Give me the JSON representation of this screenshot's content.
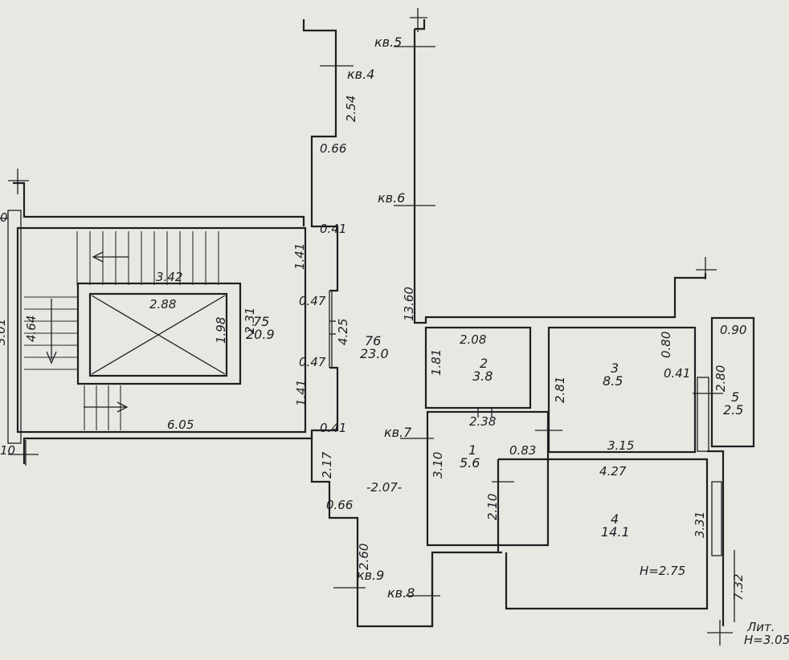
{
  "plan": {
    "apartments": {
      "kv5": "кв.5",
      "kv4": "кв.4",
      "kv6": "кв.6",
      "kv7": "кв.7",
      "kv8": "кв.8",
      "kv9": "кв.9"
    },
    "rooms": {
      "r75_num": "75",
      "r75_area": "20.9",
      "r76_num": "76",
      "r76_area": "23.0",
      "r2_num": "2",
      "r2_area": "3.8",
      "r3_num": "3",
      "r3_area": "8.5",
      "r1_num": "1",
      "r1_area": "5.6",
      "r4_num": "4",
      "r4_area": "14.1",
      "r5_num": "5",
      "r5_area": "2.5"
    },
    "dims": {
      "d254": "2.54",
      "d066a": "0.66",
      "d041a": "0.41",
      "d141a": "1.41",
      "d047a": "0.47",
      "d425": "4.25",
      "d047b": "0.47",
      "d141b": "1.41",
      "d041b": "0.41",
      "d217": "2.17",
      "d066b": "0.66",
      "d260": "2.60",
      "d1360": "13.60",
      "d207": "-2.07-",
      "d342": "3.42",
      "d288": "2.88",
      "d198": "1.98",
      "d231": "2.31",
      "d464": "4.64",
      "d605": "6.05",
      "d301": "3.01",
      "d10a": "0",
      "d10b": "10",
      "d208": "2.08",
      "d181": "1.81",
      "d238": "2.38",
      "d310": "3.10",
      "d083": "0.83",
      "d210": "2.10",
      "d281": "2.81",
      "d080": "0.80",
      "d041c": "0.41",
      "d315": "3.15",
      "d427": "4.27",
      "d331": "3.31",
      "d090": "0.90",
      "d280": "2.80",
      "d732": "7.32",
      "h275": "H=2.75"
    },
    "stamp": {
      "lit": "Лит.",
      "h": "H=3.05"
    }
  }
}
